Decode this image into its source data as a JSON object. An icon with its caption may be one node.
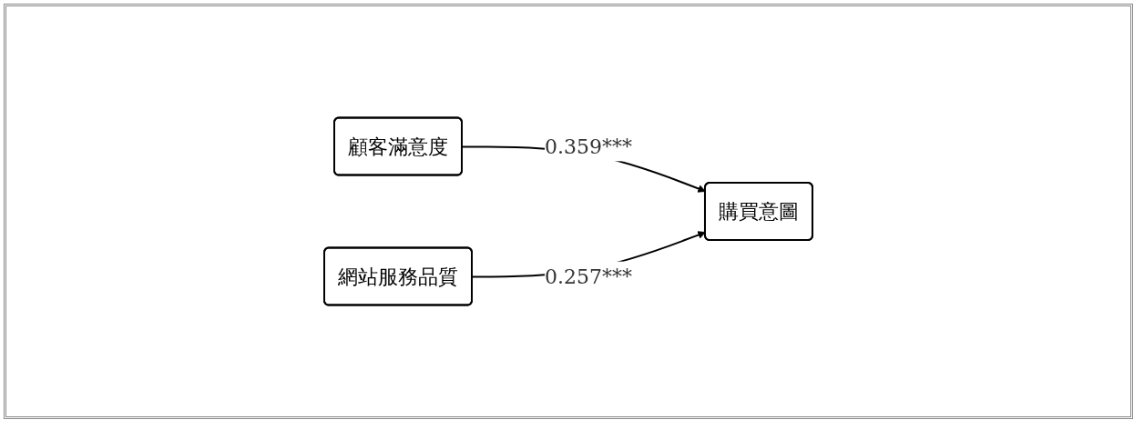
{
  "diagram": {
    "nodes": [
      {
        "text": [
          "顧客滿意度"
        ]
      },
      {
        "text": [
          "購買意圖"
        ]
      },
      {
        "text": [
          "網站服務品質"
        ]
      }
    ],
    "edges": [
      {
        "from": 0,
        "to": 1,
        "arrow": "to",
        "label": "0.359***"
      },
      {
        "from": 2,
        "to": 1,
        "arrow": "to",
        "label": "0.257***"
      }
    ]
  }
}
